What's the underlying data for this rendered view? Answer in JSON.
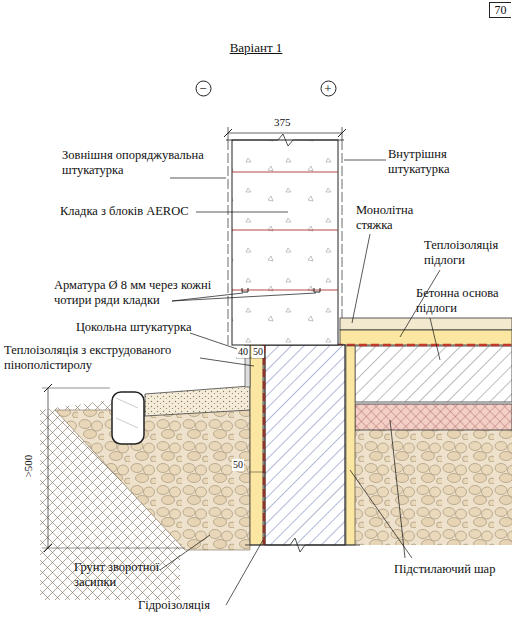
{
  "diagram": {
    "title": "Варіант 1",
    "nodes": [
      {
        "text": [
          "70"
        ]
      },
      {
        "text": [
          "−"
        ]
      },
      {
        "text": [
          "+"
        ]
      }
    ],
    "labels": [
      "375",
      "Зовнішня опоряджувальна штукатурка",
      "Внутрішня штукатурка",
      "Кладка з блоків AEROC",
      "Монолітна стяжка",
      "Теплоізоляція підлоги",
      "Бетонна основа підлоги",
      "Арматура Ø 8 мм через кожні чотири ряди кладки",
      "Цокольна штукатурка",
      "Теплоізоляція з екструдованого пінополістиролу",
      "40",
      "50",
      "50",
      ">500",
      "Грунт зворотної засипки",
      "Підстилаючий шар",
      "Гідроізоляція"
    ]
  }
}
